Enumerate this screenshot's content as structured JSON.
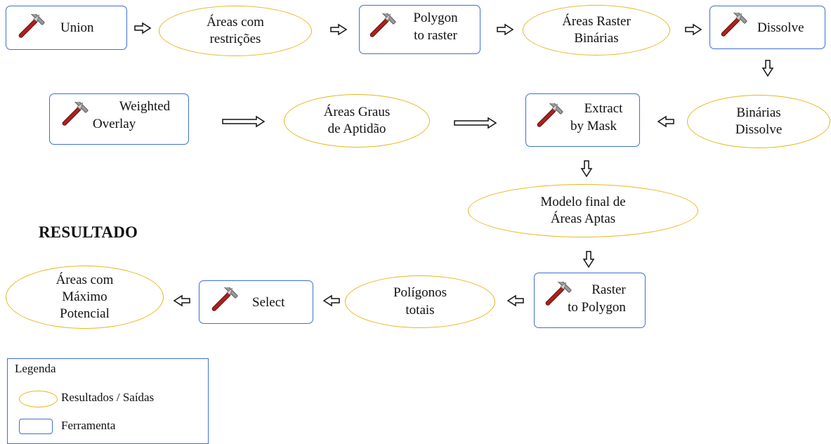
{
  "tools": {
    "union": [
      "Union"
    ],
    "polygon_to_raster": [
      "Polygon",
      "to raster"
    ],
    "dissolve": [
      "Dissolve"
    ],
    "weighted_overlay": [
      "Weighted",
      "Overlay"
    ],
    "extract_by_mask": [
      "Extract",
      "by Mask"
    ],
    "raster_to_polygon": [
      "Raster",
      "to Polygon"
    ],
    "select": [
      "Select"
    ]
  },
  "outputs": {
    "areas_restricoes": [
      "Áreas com",
      "restrições"
    ],
    "areas_raster_binarias": [
      "Áreas Raster",
      "Binárias"
    ],
    "binarias_dissolve": [
      "Binárias",
      "Dissolve"
    ],
    "areas_graus_aptidao": [
      "Áreas Graus",
      "de Aptidão"
    ],
    "modelo_final": [
      "Modelo final de",
      "Áreas Aptas"
    ],
    "poligonos_totais": [
      "Polígonos",
      "totais"
    ],
    "areas_maximo_potencial": [
      "Áreas com",
      "Máximo",
      "Potencial"
    ]
  },
  "heading": "RESULTADO",
  "legend": {
    "title": "Legenda",
    "output_label": "Resultados / Saídas",
    "tool_label": "Ferramenta"
  },
  "colors": {
    "tool_border": "#3d6fd6",
    "output_border": "#e8b61e",
    "hammer_handle": "#b0201d",
    "hammer_head": "#9a9a9a"
  },
  "icons": {
    "tool": "hammer-icon",
    "flow": "hollow-arrow-icon"
  }
}
